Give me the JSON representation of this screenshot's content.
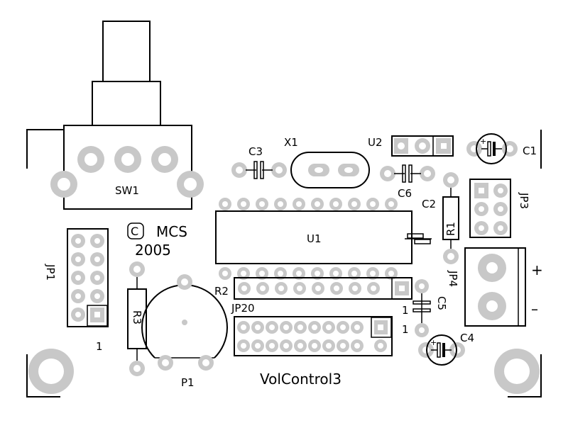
{
  "board": {
    "background": "#ffffff",
    "pad_color": "#c8c8c8",
    "outline_color": "#000000"
  },
  "labels": {
    "sw1": "SW1",
    "c3": "C3",
    "x1": "X1",
    "u2": "U2",
    "c1": "C1",
    "c6": "C6",
    "c2": "C2",
    "r1": "R1",
    "jp3": "JP3",
    "u1": "U1",
    "copyright_symbol": "C",
    "mcs": "MCS",
    "year": "2005",
    "jp1": "JP1",
    "jp1_pin": "1",
    "r3": "R3",
    "p1": "P1",
    "r2": "R2",
    "jp20": "JP20",
    "jp4": "JP4",
    "plus": "+",
    "minus": "–",
    "c5": "C5",
    "c5_pin": "1",
    "jp20_pin": "1",
    "c4": "C4",
    "title": "VolControl3"
  },
  "icons": [
    "copyright-icon",
    "electrolytic-plus-icon"
  ]
}
